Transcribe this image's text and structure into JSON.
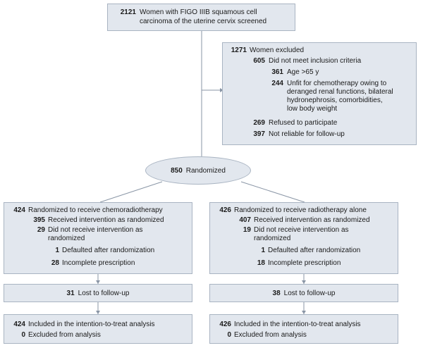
{
  "screened": {
    "n": "2121",
    "line1": "Women with FIGO IIIB squamous cell",
    "line2": "carcinoma of the uterine cervix screened"
  },
  "excluded": {
    "total": {
      "n": "1271",
      "label": "Women excluded"
    },
    "criteria": {
      "n": "605",
      "label": "Did not meet inclusion criteria"
    },
    "age": {
      "n": "361",
      "label": "Age >65 y"
    },
    "unfit": {
      "n": "244",
      "line1": "Unfit for chemotherapy owing to",
      "line2": "deranged renal functions, bilateral",
      "line3": "hydronephrosis, comorbidities,",
      "line4": "low body weight"
    },
    "refused": {
      "n": "269",
      "label": "Refused to participate"
    },
    "unreliable": {
      "n": "397",
      "label": "Not reliable for follow-up"
    }
  },
  "randomized": {
    "n": "850",
    "label": "Randomized"
  },
  "left": {
    "arm": {
      "n": "424",
      "label": "Randomized to receive chemoradiotherapy"
    },
    "received": {
      "n": "395",
      "label": "Received intervention as randomized"
    },
    "not_received": {
      "n": "29",
      "line1": "Did not receive intervention as",
      "line2": "randomized"
    },
    "defaulted": {
      "n": "1",
      "label": "Defaulted after randomization"
    },
    "incomplete": {
      "n": "28",
      "label": "Incomplete prescription"
    },
    "lost": {
      "n": "31",
      "label": "Lost to follow-up"
    },
    "itt": {
      "n": "424",
      "label": "Included in the intention-to-treat analysis"
    },
    "excl": {
      "n": "0",
      "label": "Excluded from analysis"
    }
  },
  "right": {
    "arm": {
      "n": "426",
      "label": "Randomized to receive radiotherapy alone"
    },
    "received": {
      "n": "407",
      "label": "Received intervention as randomized"
    },
    "not_received": {
      "n": "19",
      "line1": "Did not receive intervention as",
      "line2": "randomized"
    },
    "defaulted": {
      "n": "1",
      "label": "Defaulted after randomization"
    },
    "incomplete": {
      "n": "18",
      "label": "Incomplete prescription"
    },
    "lost": {
      "n": "38",
      "label": "Lost to follow-up"
    },
    "itt": {
      "n": "426",
      "label": "Included in the intention-to-treat analysis"
    },
    "excl": {
      "n": "0",
      "label": "Excluded from analysis"
    }
  }
}
